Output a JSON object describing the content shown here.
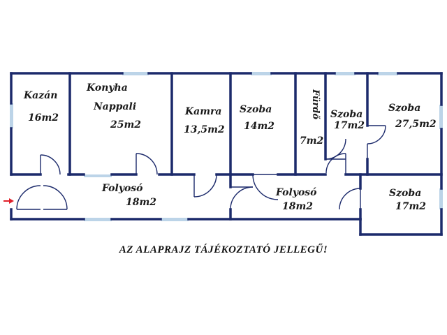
{
  "plan": {
    "wall_color": "#1c2a6b",
    "window_color": "#bcd4e8",
    "entry_arrow_color": "#e0202a",
    "rooms": [
      {
        "id": "kazan",
        "name": "Kazán",
        "area": "16m2"
      },
      {
        "id": "konyha",
        "name": "Konyha",
        "name2": "Nappali",
        "area": "25m2"
      },
      {
        "id": "kamra",
        "name": "Kamra",
        "area": "13,5m2"
      },
      {
        "id": "szoba1",
        "name": "Szoba",
        "area": "14m2"
      },
      {
        "id": "furdo",
        "name": "Fürdő",
        "area": "7m2"
      },
      {
        "id": "szoba2",
        "name": "Szoba",
        "area": "17m2"
      },
      {
        "id": "szoba3",
        "name": "Szoba",
        "area": "27,5m2"
      },
      {
        "id": "folyoso1",
        "name": "Folyosó",
        "area": "18m2"
      },
      {
        "id": "folyoso2",
        "name": "Folyosó",
        "area": "18m2"
      },
      {
        "id": "szoba4",
        "name": "Szoba",
        "area": "17m2"
      }
    ]
  },
  "note": "AZ ALAPRAJZ TÁJÉKOZTATÓ JELLEGŰ!"
}
